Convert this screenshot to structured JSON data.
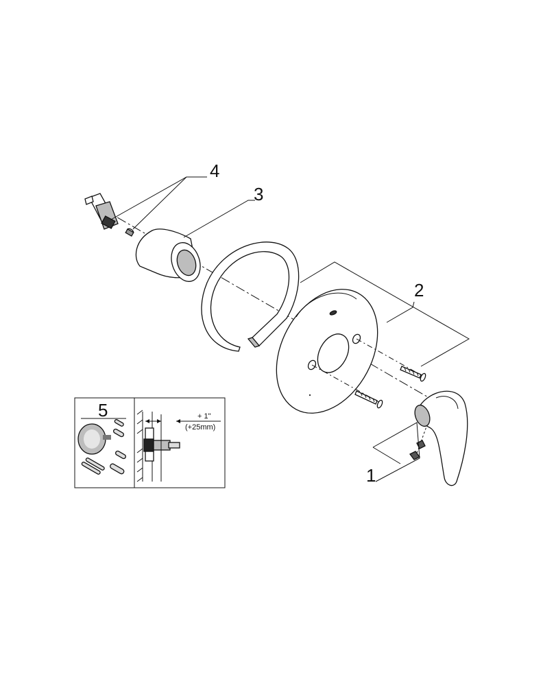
{
  "callouts": {
    "handle": "1",
    "escutcheon": "2",
    "sleeve": "3",
    "adapter": "4",
    "rough_in_kit": "5"
  },
  "dimension": {
    "offset": "+ 1\"",
    "offset_metric": "(+25mm)"
  },
  "colors": {
    "line": "#111111",
    "part_fill": "#ffffff",
    "shade": "#bdbdbd"
  }
}
